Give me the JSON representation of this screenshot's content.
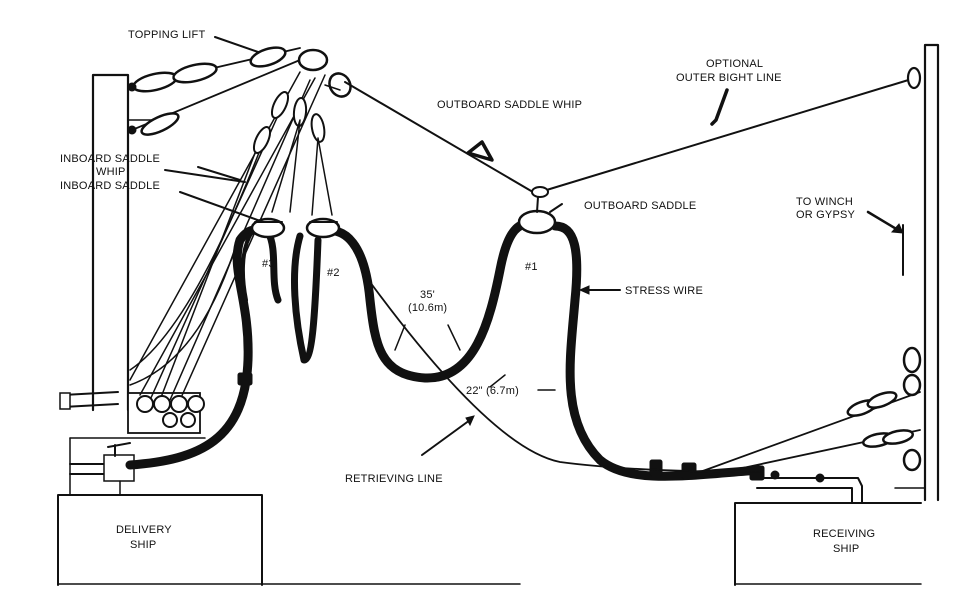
{
  "labels": {
    "topping_lift": "TOPPING LIFT",
    "optional_line1": "OPTIONAL",
    "optional_line2": "OUTER BIGHT LINE",
    "outboard_saddle_whip": "OUTBOARD SADDLE WHIP",
    "inboard_saddle_whip_line1": "INBOARD SADDLE",
    "inboard_saddle_whip_line2": "WHIP",
    "inboard_saddle": "INBOARD SADDLE",
    "outboard_saddle": "OUTBOARD SADDLE",
    "to_winch_line1": "TO WINCH",
    "to_winch_line2": "OR GYPSY",
    "saddle_3": "#3",
    "saddle_2": "#2",
    "saddle_1": "#1",
    "bight_length": "35'",
    "bight_length_metric": "(10.6m)",
    "stress_wire": "STRESS WIRE",
    "hose_length": "22\" (6.7m)",
    "retrieving_line": "RETRIEVING LINE",
    "delivery_ship_line1": "DELIVERY",
    "delivery_ship_line2": "SHIP",
    "receiving_ship_line1": "RECEIVING",
    "receiving_ship_line2": "SHIP"
  },
  "colors": {
    "ink": "#111111",
    "background": "#ffffff"
  }
}
